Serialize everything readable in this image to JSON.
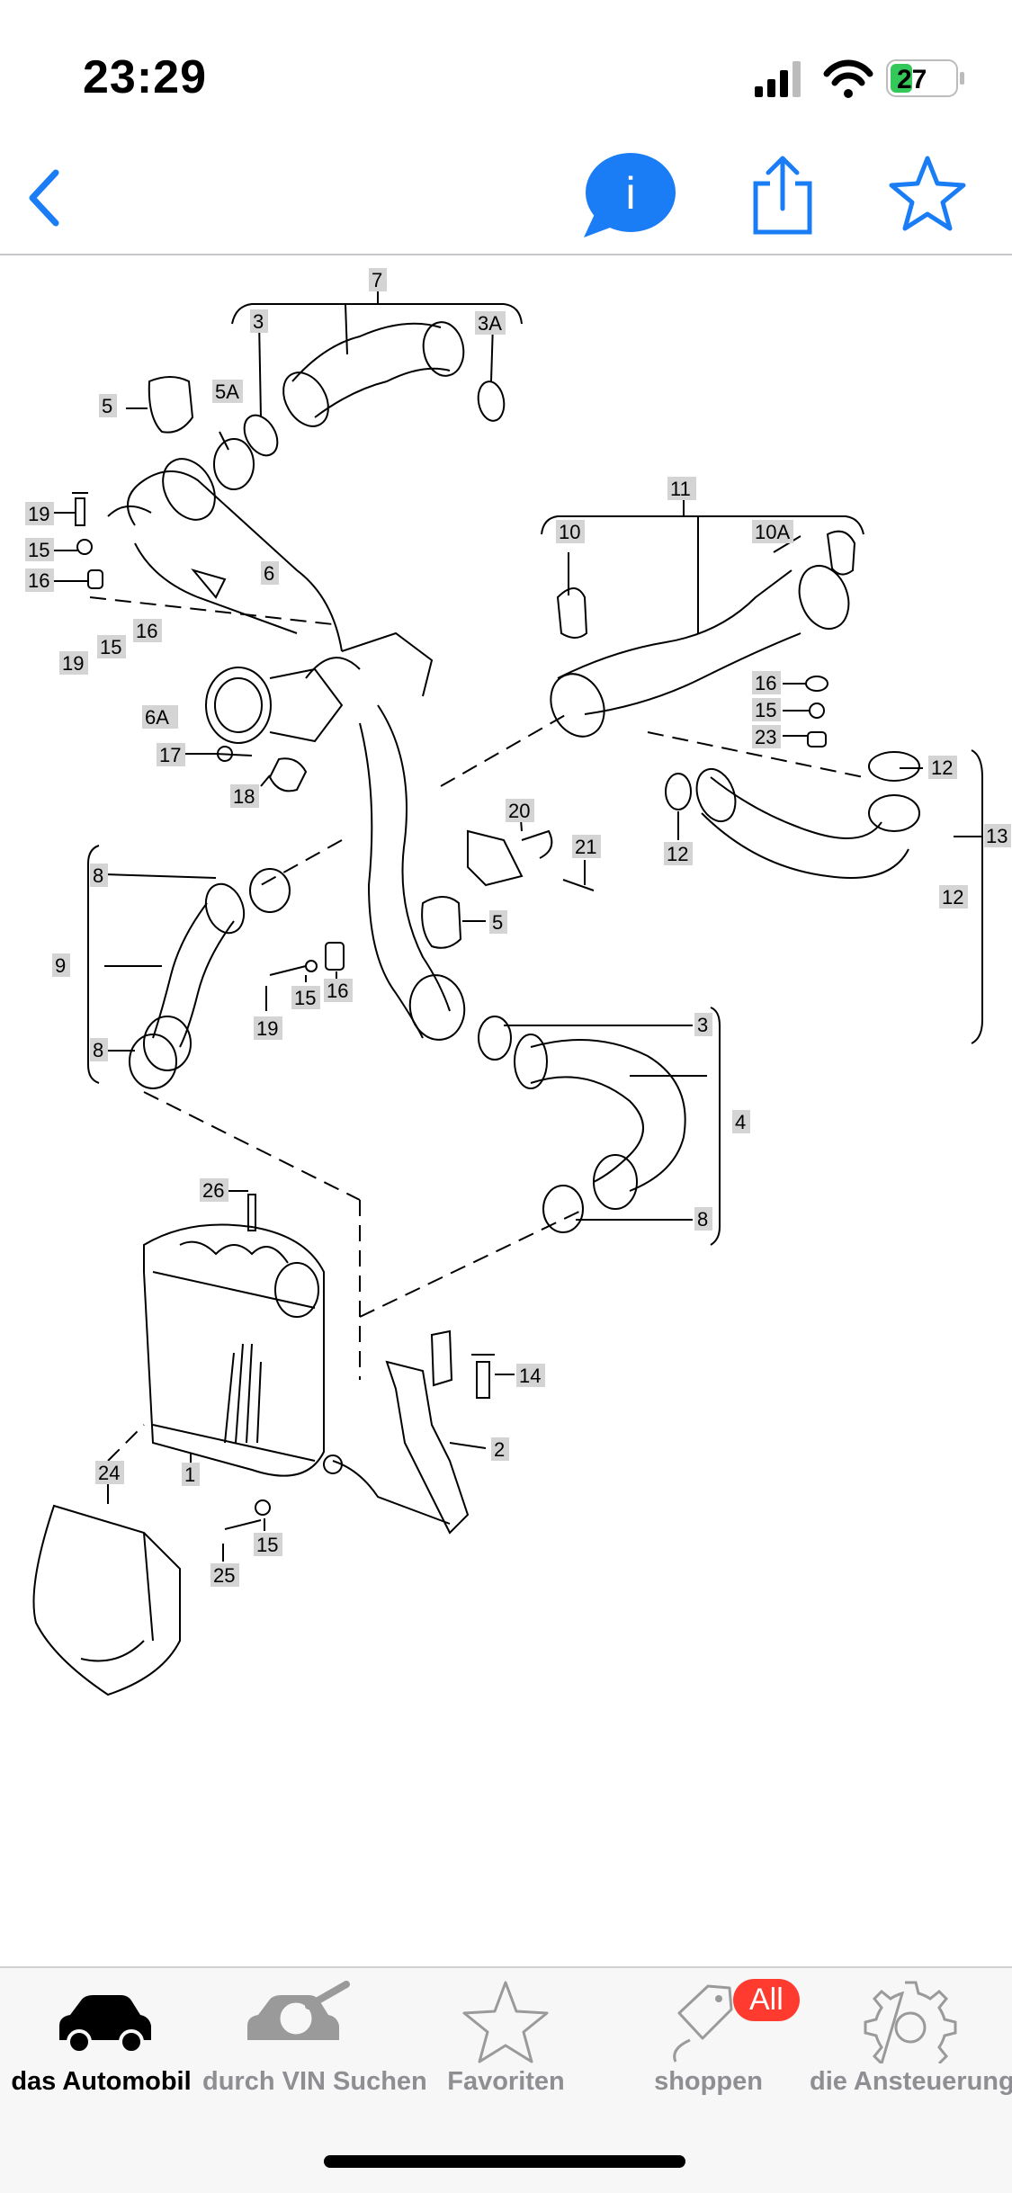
{
  "status_bar": {
    "time": "23:29",
    "battery_level": "27"
  },
  "nav": {
    "back_icon": "chevron-left-icon",
    "info_icon": "info-bubble-icon",
    "share_icon": "share-icon",
    "favorite_icon": "star-icon",
    "info_label": "i",
    "accent_color": "#1a7df5"
  },
  "diagram": {
    "labels": [
      "7",
      "3",
      "3A",
      "5",
      "5A",
      "19",
      "15",
      "16",
      "6",
      "11",
      "10",
      "10A",
      "16",
      "15",
      "23",
      "19",
      "15",
      "16",
      "6A",
      "17",
      "18",
      "12",
      "12",
      "13",
      "12",
      "20",
      "21",
      "8",
      "5",
      "9",
      "8",
      "19",
      "15",
      "16",
      "3",
      "4",
      "8",
      "26",
      "14",
      "2",
      "1",
      "24",
      "15",
      "25"
    ]
  },
  "tabs": [
    {
      "label": "das Automobil",
      "icon": "car-icon",
      "active": true
    },
    {
      "label": "durch VIN Suchen",
      "icon": "car-search-icon",
      "active": false
    },
    {
      "label": "Favoriten",
      "icon": "star-outline-icon",
      "active": false
    },
    {
      "label": "shoppen",
      "icon": "shopping-tag-icon",
      "active": false,
      "badge": "All"
    },
    {
      "label": "die Ansteuerung",
      "icon": "gear-icon",
      "active": false
    }
  ]
}
